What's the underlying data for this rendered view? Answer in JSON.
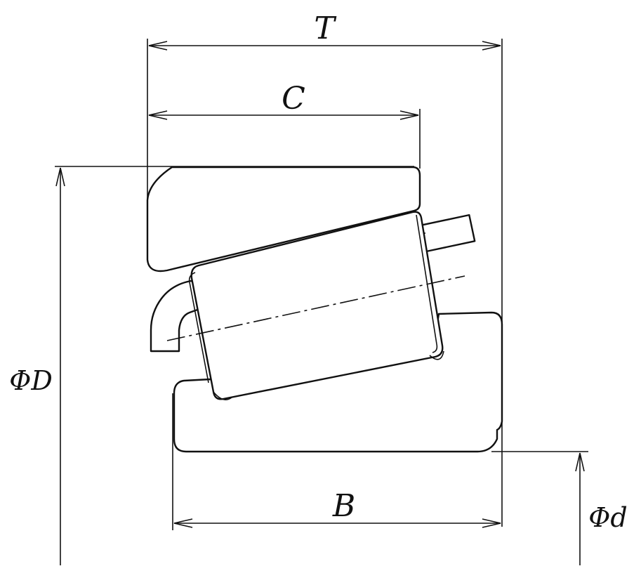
{
  "labels": {
    "T": "T",
    "C": "C",
    "B": "B",
    "phi_D": "ΦD",
    "phi_d": "Φd"
  }
}
